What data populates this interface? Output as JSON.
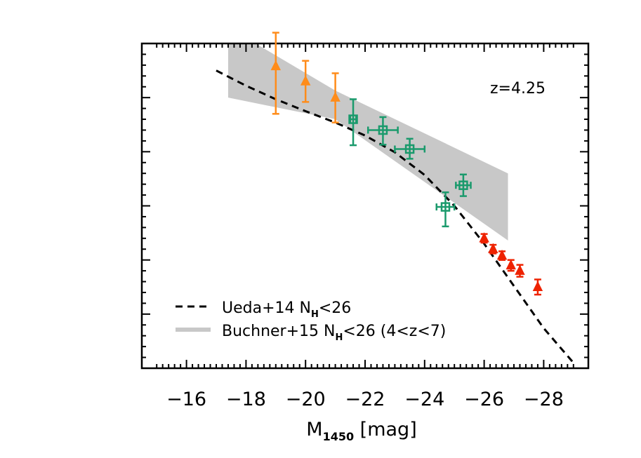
{
  "chart_data": {
    "type": "scatter",
    "xlabel_main": "M",
    "xlabel_sub": "1450",
    "xlabel_unit": " [mag]",
    "annotation": "z=4.25",
    "x_ticks": [
      -16,
      -18,
      -20,
      -22,
      -24,
      -26,
      -28
    ],
    "x_tick_labels": [
      "−16",
      "−18",
      "−20",
      "−22",
      "−24",
      "−26",
      "−28"
    ],
    "xlim": [
      -14.5,
      -29.5
    ],
    "ylim": [
      0,
      6
    ],
    "y_major_ticks": [
      1,
      2,
      3,
      4,
      5,
      6
    ],
    "ueda_curve": {
      "legend_main": "Ueda+14 N",
      "legend_sub": "H",
      "legend_rest": "<26",
      "color": "#000000",
      "x": [
        -17.0,
        -18.0,
        -19.0,
        -20.0,
        -21.0,
        -22.0,
        -23.0,
        -24.0,
        -25.0,
        -26.0,
        -27.0,
        -28.0,
        -29.0
      ],
      "y": [
        5.5,
        5.22,
        4.97,
        4.75,
        4.54,
        4.3,
        3.99,
        3.57,
        3.0,
        2.3,
        1.52,
        0.74,
        0.1
      ]
    },
    "buchner_band": {
      "legend_main": "Buchner+15 N",
      "legend_sub": "H",
      "legend_rest": "<26 (4<z<7)",
      "color": "#c8c8c8",
      "x": [
        -17.4,
        -21.0,
        -26.8
      ],
      "upper": [
        6.3,
        5.13,
        3.6
      ],
      "lower": [
        5.0,
        4.6,
        2.36
      ]
    },
    "orange_series": {
      "color": "#ff8c1a",
      "marker": "triangle",
      "points": [
        {
          "x": -19.0,
          "y": 5.58,
          "yerr_lo": 0.88,
          "yerr_hi": 0.62
        },
        {
          "x": -20.0,
          "y": 5.3,
          "yerr_lo": 0.38,
          "yerr_hi": 0.38
        },
        {
          "x": -21.0,
          "y": 5.0,
          "yerr_lo": 0.46,
          "yerr_hi": 0.45
        }
      ]
    },
    "green_series": {
      "color": "#1a9a6c",
      "marker": "square",
      "points": [
        {
          "x": -21.6,
          "y": 4.6,
          "xerr": 0.1,
          "yerr_lo": 0.48,
          "yerr_hi": 0.37
        },
        {
          "x": -22.6,
          "y": 4.4,
          "xerr": 0.5,
          "yerr_lo": 0.27,
          "yerr_hi": 0.24
        },
        {
          "x": -23.5,
          "y": 4.05,
          "xerr": 0.5,
          "yerr_lo": 0.18,
          "yerr_hi": 0.19
        },
        {
          "x": -24.7,
          "y": 2.98,
          "xerr": 0.3,
          "yerr_lo": 0.36,
          "yerr_hi": 0.27
        },
        {
          "x": -25.3,
          "y": 3.38,
          "xerr": 0.25,
          "yerr_lo": 0.2,
          "yerr_hi": 0.2
        }
      ]
    },
    "red_series": {
      "color": "#ee2200",
      "marker": "triangle",
      "points": [
        {
          "x": -26.0,
          "y": 2.4,
          "yerr_lo": 0.08,
          "yerr_hi": 0.08
        },
        {
          "x": -26.3,
          "y": 2.2,
          "yerr_lo": 0.08,
          "yerr_hi": 0.08
        },
        {
          "x": -26.6,
          "y": 2.08,
          "yerr_lo": 0.08,
          "yerr_hi": 0.08
        },
        {
          "x": -26.9,
          "y": 1.9,
          "yerr_lo": 0.1,
          "yerr_hi": 0.1
        },
        {
          "x": -27.2,
          "y": 1.8,
          "yerr_lo": 0.11,
          "yerr_hi": 0.11
        },
        {
          "x": -27.8,
          "y": 1.5,
          "yerr_lo": 0.14,
          "yerr_hi": 0.14
        }
      ]
    }
  }
}
